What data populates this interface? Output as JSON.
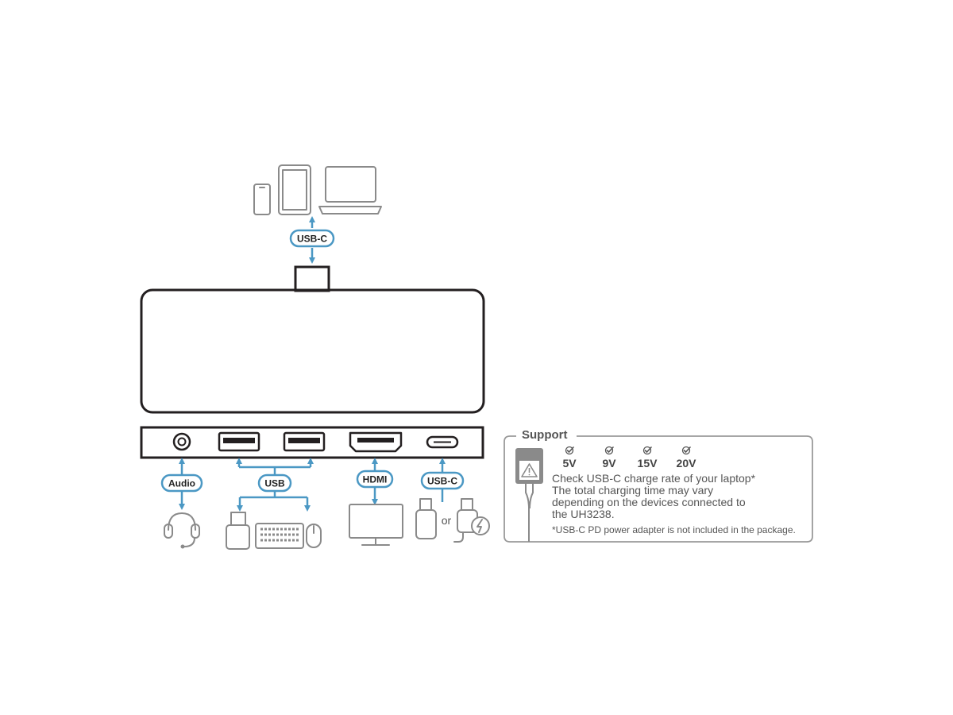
{
  "top_connection": {
    "label": "USB-C"
  },
  "ports": [
    {
      "label": "Audio"
    },
    {
      "label": "USB"
    },
    {
      "label": "HDMI"
    },
    {
      "label": "USB-C"
    }
  ],
  "or_text": "or",
  "support": {
    "title": "Support",
    "voltages": [
      "5V",
      "9V",
      "15V",
      "20V"
    ],
    "lines": [
      "Check USB-C charge rate of your laptop*",
      "The total charging time may vary",
      "depending on the devices connected to",
      "the UH3238."
    ],
    "footnote": "*USB-C PD power adapter is not included in the package."
  },
  "colors": {
    "accent": "#4b98c4",
    "outline": "#231f20",
    "icon": "#8a8a8a"
  }
}
